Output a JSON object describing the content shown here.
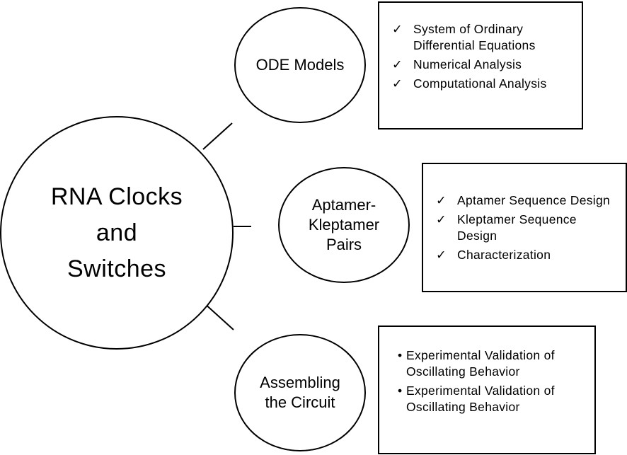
{
  "diagram": {
    "main": {
      "label": "RNA Clocks\nand\nSwitches"
    },
    "nodes": [
      {
        "label": "ODE Models",
        "marker": "✓",
        "items": [
          "System of Ordinary Differential Equations",
          "Numerical Analysis",
          "Computational Analysis"
        ]
      },
      {
        "label": "Aptamer-\nKleptamer\nPairs",
        "marker": "✓",
        "items": [
          "Aptamer Sequence Design",
          "Kleptamer Sequence Design",
          "Characterization"
        ]
      },
      {
        "label": "Assembling\nthe Circuit",
        "marker": "•",
        "items": [
          "Experimental Validation of Oscillating Behavior",
          "Experimental Validation of Oscillating Behavior"
        ]
      }
    ],
    "colors": {
      "stroke": "#000000",
      "background": "#ffffff"
    }
  }
}
